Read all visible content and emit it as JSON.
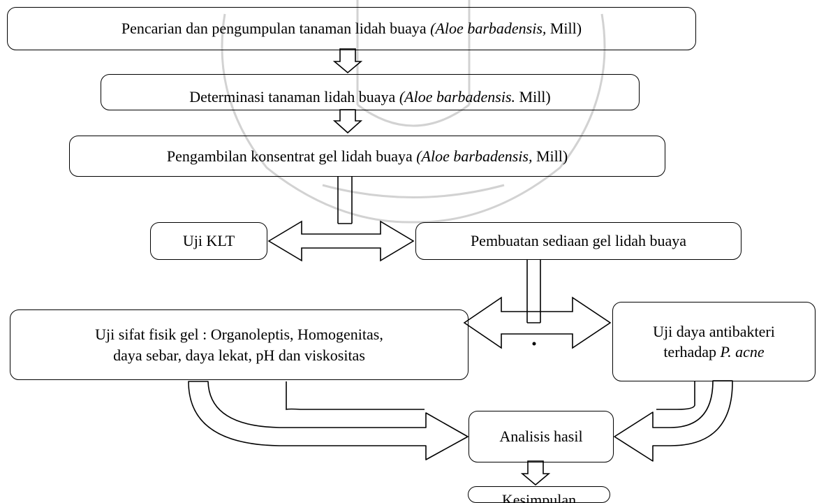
{
  "steps": {
    "collection": {
      "pre": "Pencarian dan pengumpulan tanaman lidah buaya ",
      "italic": "(Aloe barbadensis,",
      "post": " Mill)"
    },
    "determination": {
      "pre": "Determinasi tanaman lidah buaya ",
      "italic": "(Aloe barbadensis.",
      "post": " Mill)"
    },
    "extraction": {
      "pre": "Pengambilan konsentrat gel lidah buaya ",
      "italic": "(Aloe barbadensis,",
      "post": " Mill)"
    },
    "klt": {
      "label": "Uji KLT"
    },
    "formulation": {
      "label": "Pembuatan sediaan gel lidah buaya"
    },
    "physical_test": {
      "line1": "Uji sifat fisik gel : Organoleptis, Homogenitas,",
      "line2": "daya sebar, daya lekat, pH dan viskositas"
    },
    "antibacterial_test": {
      "line1": "Uji daya antibakteri",
      "line2_pre": "terhadap ",
      "line2_italic": "P. acne"
    },
    "analysis": {
      "label": "Analisis hasil"
    },
    "conclusion": {
      "label": "Kesimpulan"
    }
  },
  "colors": {
    "stroke": "#000000",
    "watermark": "#d2d2d2"
  }
}
